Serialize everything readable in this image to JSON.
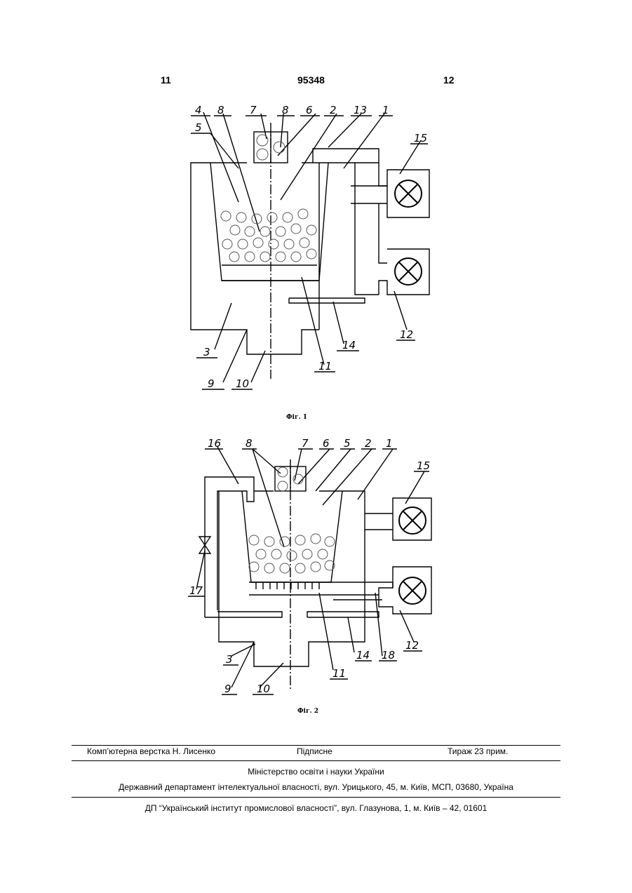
{
  "header": {
    "left_page": "11",
    "patent_number": "95348",
    "right_page": "12"
  },
  "figures": [
    {
      "caption": "Фіг. 1",
      "labels": [
        "4",
        "8",
        "7",
        "8",
        "6",
        "2",
        "13",
        "1",
        "5",
        "15",
        "12",
        "3",
        "14",
        "9",
        "10",
        "11"
      ]
    },
    {
      "caption": "Фіг. 2",
      "labels": [
        "16",
        "8",
        "7",
        "6",
        "5",
        "2",
        "1",
        "15",
        "17",
        "12",
        "3",
        "14",
        "18",
        "9",
        "10",
        "11"
      ]
    }
  ],
  "footer": {
    "typesetting": "Комп’ютерна верстка Н. Лисенко",
    "signed": "Підписне",
    "circulation": "Тираж 23 прим.",
    "ministry": "Міністерство освіти і науки України",
    "department": "Державний департамент інтелектуальної власності, вул. Урицького, 45, м. Київ, МСП, 03680, Україна",
    "institute": "ДП “Український інститут промислової власності”, вул. Глазунова, 1, м. Київ – 42, 01601"
  }
}
